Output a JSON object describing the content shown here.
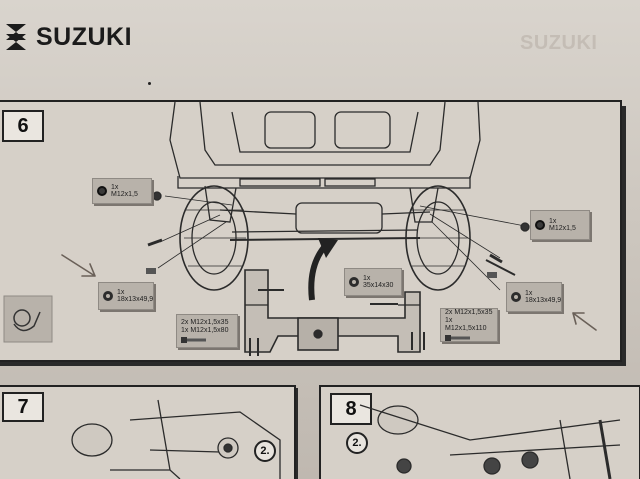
{
  "brand": {
    "name": "SUZUKI",
    "ghost_name": "SUZUKI"
  },
  "steps": {
    "step6": {
      "number": "6"
    },
    "step7": {
      "number": "7",
      "callout": "2."
    },
    "step8": {
      "number": "8",
      "callout": "2."
    }
  },
  "hardware_labels": {
    "nut_left": "1x M12x1,5",
    "nut_right": "1x M12x1,5",
    "spacer_left": "1x 18x13x49,9",
    "spacer_right": "1x 18x13x49,9",
    "spacer_center": "1x 35x14x30",
    "bolts_left": [
      "2x M12x1,5x35",
      "1x M12x1,5x80"
    ],
    "bolts_right": [
      "2x M12x1,5x35",
      "1x M12x1,5x110"
    ]
  },
  "colors": {
    "paper": "#d6d0c8",
    "ink": "#222222",
    "label_bg": "#b8b2aa"
  }
}
